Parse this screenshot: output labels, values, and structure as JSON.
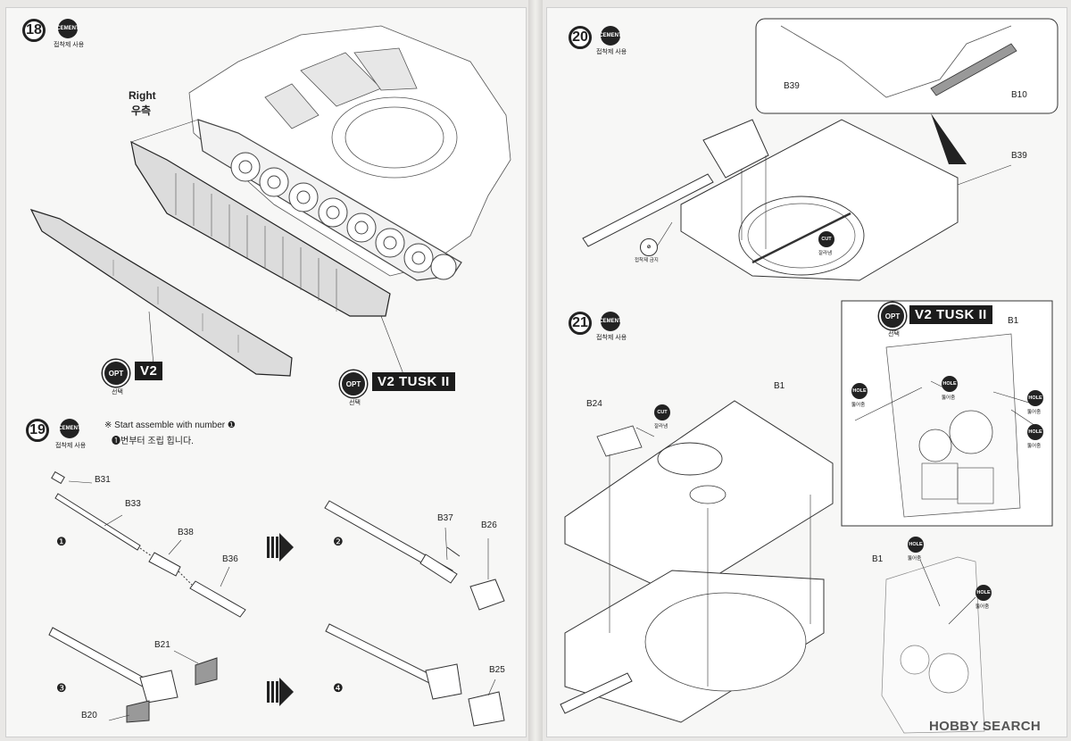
{
  "step18": {
    "number": "18",
    "cement_badge": "CEMENT",
    "cement_korean": "접착제 사용",
    "side_en": "Right",
    "side_ko": "우측",
    "opt_badge": "OPT",
    "opt_korean": "선택",
    "tag_v2": "V2",
    "tag_tusk": "V2 TUSK II"
  },
  "step19": {
    "number": "19",
    "cement_badge": "CEMENT",
    "cement_korean": "접착제 사용",
    "note_en": "※ Start assemble with number ❶",
    "note_ko": "❶번부터 조립 힙니다.",
    "substeps": [
      "❶",
      "❷",
      "❸",
      "❹"
    ],
    "parts": {
      "b31": "B31",
      "b33": "B33",
      "b38": "B38",
      "b36": "B36",
      "b37": "B37",
      "b26": "B26",
      "b21": "B21",
      "b20": "B20",
      "b25": "B25"
    }
  },
  "step20": {
    "number": "20",
    "cement_badge": "CEMENT",
    "cement_korean": "접착제 사용",
    "parts": {
      "b39_inset": "B39",
      "b10": "B10",
      "b39": "B39"
    },
    "no_cement_korean": "접착제 금지",
    "cut_badge": "CUT",
    "cut_korean": "잘라냄"
  },
  "step21": {
    "number": "21",
    "cement_badge": "CEMENT",
    "cement_korean": "접착제 사용",
    "parts": {
      "b24": "B24",
      "b1_main": "B1",
      "b1_inset": "B1",
      "b1_lower": "B1"
    },
    "cut_badge": "CUT",
    "cut_korean": "잘라냄",
    "opt_badge": "OPT",
    "opt_korean": "선택",
    "tag_tusk": "V2 TUSK II",
    "hole_badge": "HOLE",
    "hole_korean": "뚫어줌"
  },
  "watermark": "HOBBY SEARCH",
  "colors": {
    "ink": "#222222",
    "paper": "#f7f7f6",
    "tank_fill": "#ffffff",
    "skirt_fill": "#dcdcdc"
  }
}
